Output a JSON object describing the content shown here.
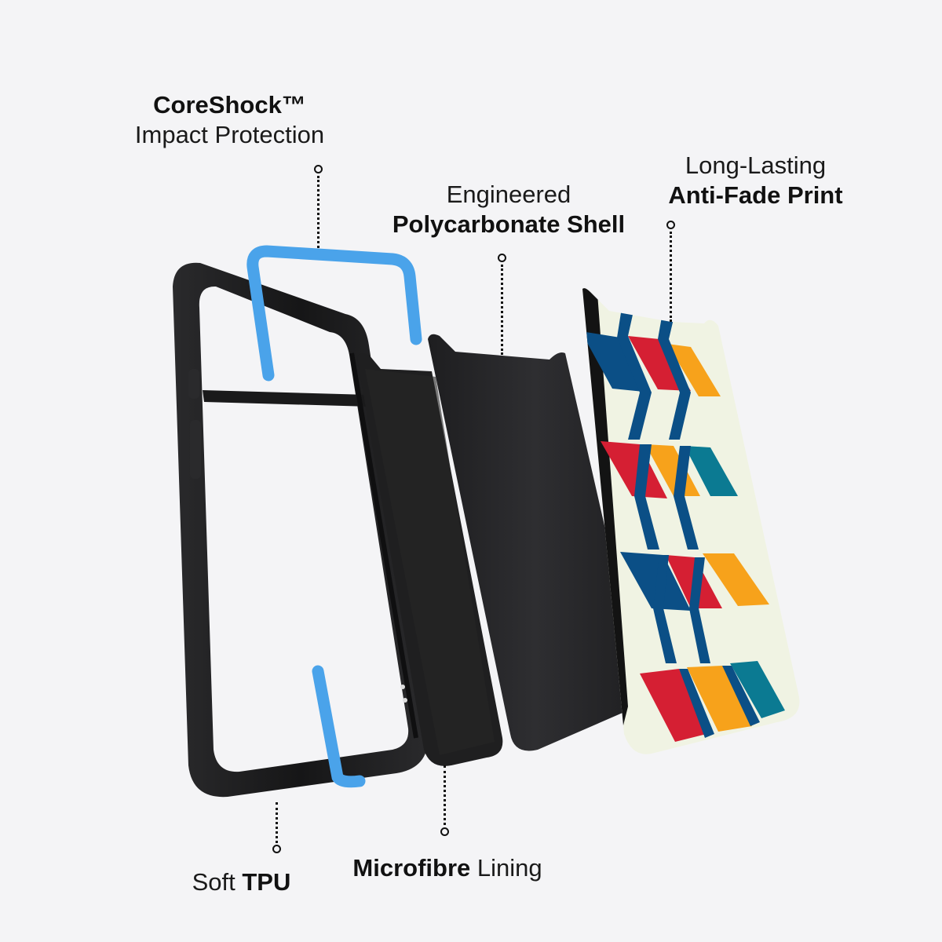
{
  "background_color": "#f4f4f6",
  "callouts": [
    {
      "id": "coreshock",
      "line1": "CoreShock™",
      "line1_weight": "bold",
      "line2": "Impact Protection",
      "line2_weight": "normal"
    },
    {
      "id": "polycarbonate",
      "line1": "Engineered",
      "line1_weight": "normal",
      "line2": "Polycarbonate Shell",
      "line2_weight": "bold"
    },
    {
      "id": "antifade",
      "line1": "Long-Lasting",
      "line1_weight": "normal",
      "line2": "Anti-Fade Print",
      "line2_weight": "bold"
    },
    {
      "id": "tpu",
      "normal": "Soft ",
      "bold": "TPU"
    },
    {
      "id": "microfibre",
      "bold": "Microfibre",
      "normal": " Lining"
    }
  ],
  "layers": [
    {
      "name": "Soft TPU bumper frame",
      "color": "#1c1c1e"
    },
    {
      "name": "CoreShock impact inserts",
      "color": "#4aa3ea"
    },
    {
      "name": "Microfibre lining",
      "color": "#222222"
    },
    {
      "name": "Polycarbonate shell",
      "color": "#2b2b2d"
    },
    {
      "name": "Printed back panel",
      "colors": [
        "#f0f3e3",
        "#0b4f86",
        "#d51f33",
        "#f7a21b",
        "#0b7a92",
        "#131313"
      ]
    }
  ]
}
